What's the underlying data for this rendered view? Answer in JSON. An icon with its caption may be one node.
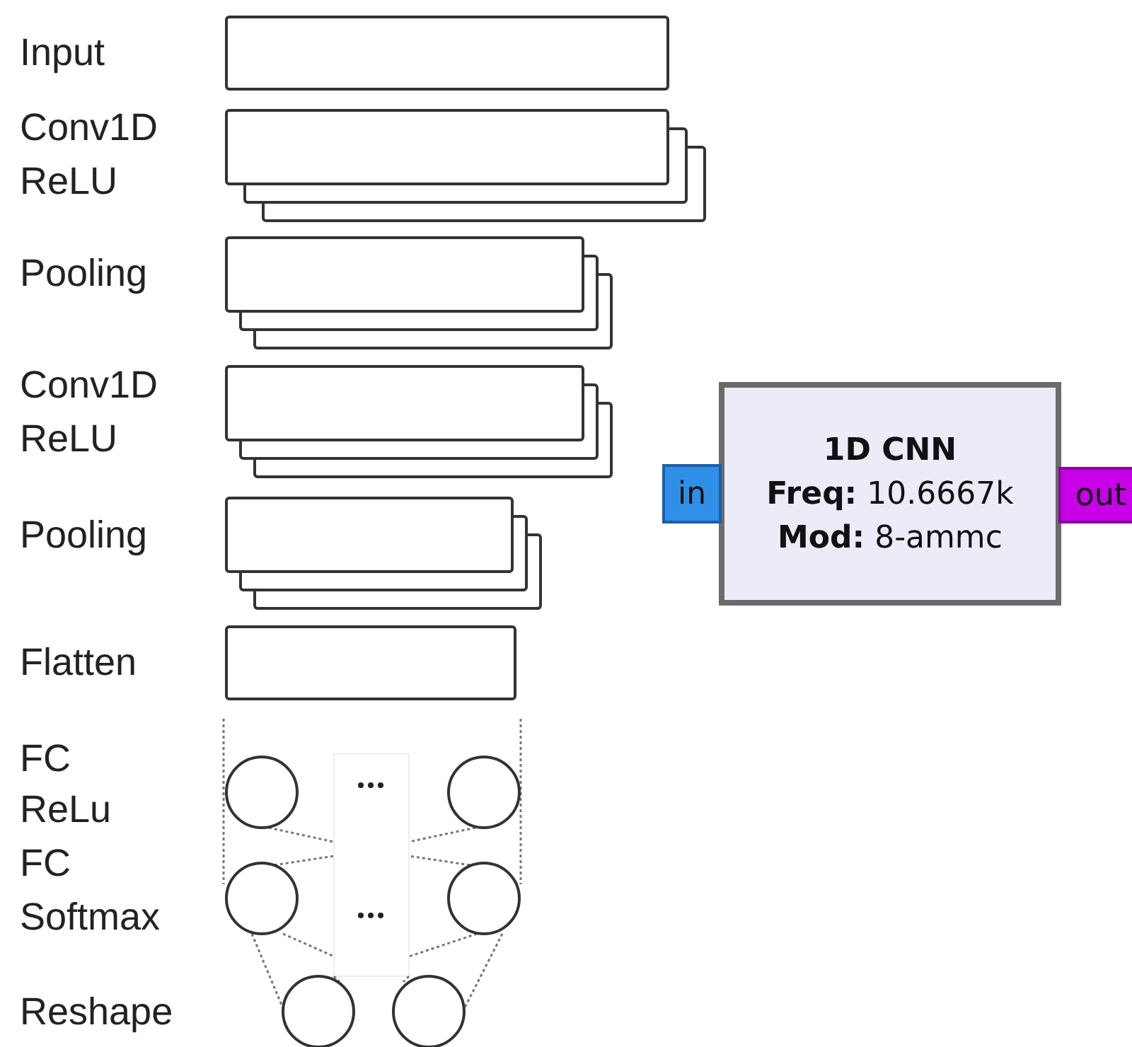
{
  "diagram": {
    "nodes": [
      {
        "text": [
          "Input"
        ]
      },
      {
        "text": [
          "Conv1D ReLU"
        ]
      },
      {
        "text": [
          "Pooling"
        ]
      },
      {
        "text": [
          "Conv1D ReLU"
        ]
      },
      {
        "text": [
          "Pooling"
        ]
      },
      {
        "text": [
          "Flatten"
        ]
      },
      {
        "text": [
          "FC ReLu"
        ]
      },
      {
        "text": [
          "FC Softmax"
        ]
      },
      {
        "text": [
          "Reshape"
        ]
      },
      {
        "text": [
          "1D CNN",
          "**Freq:** 10.6667k",
          "**Mod:** 8-ammc"
        ]
      },
      {
        "text": [
          "in"
        ]
      },
      {
        "text": [
          "out"
        ]
      }
    ],
    "edges": []
  }
}
